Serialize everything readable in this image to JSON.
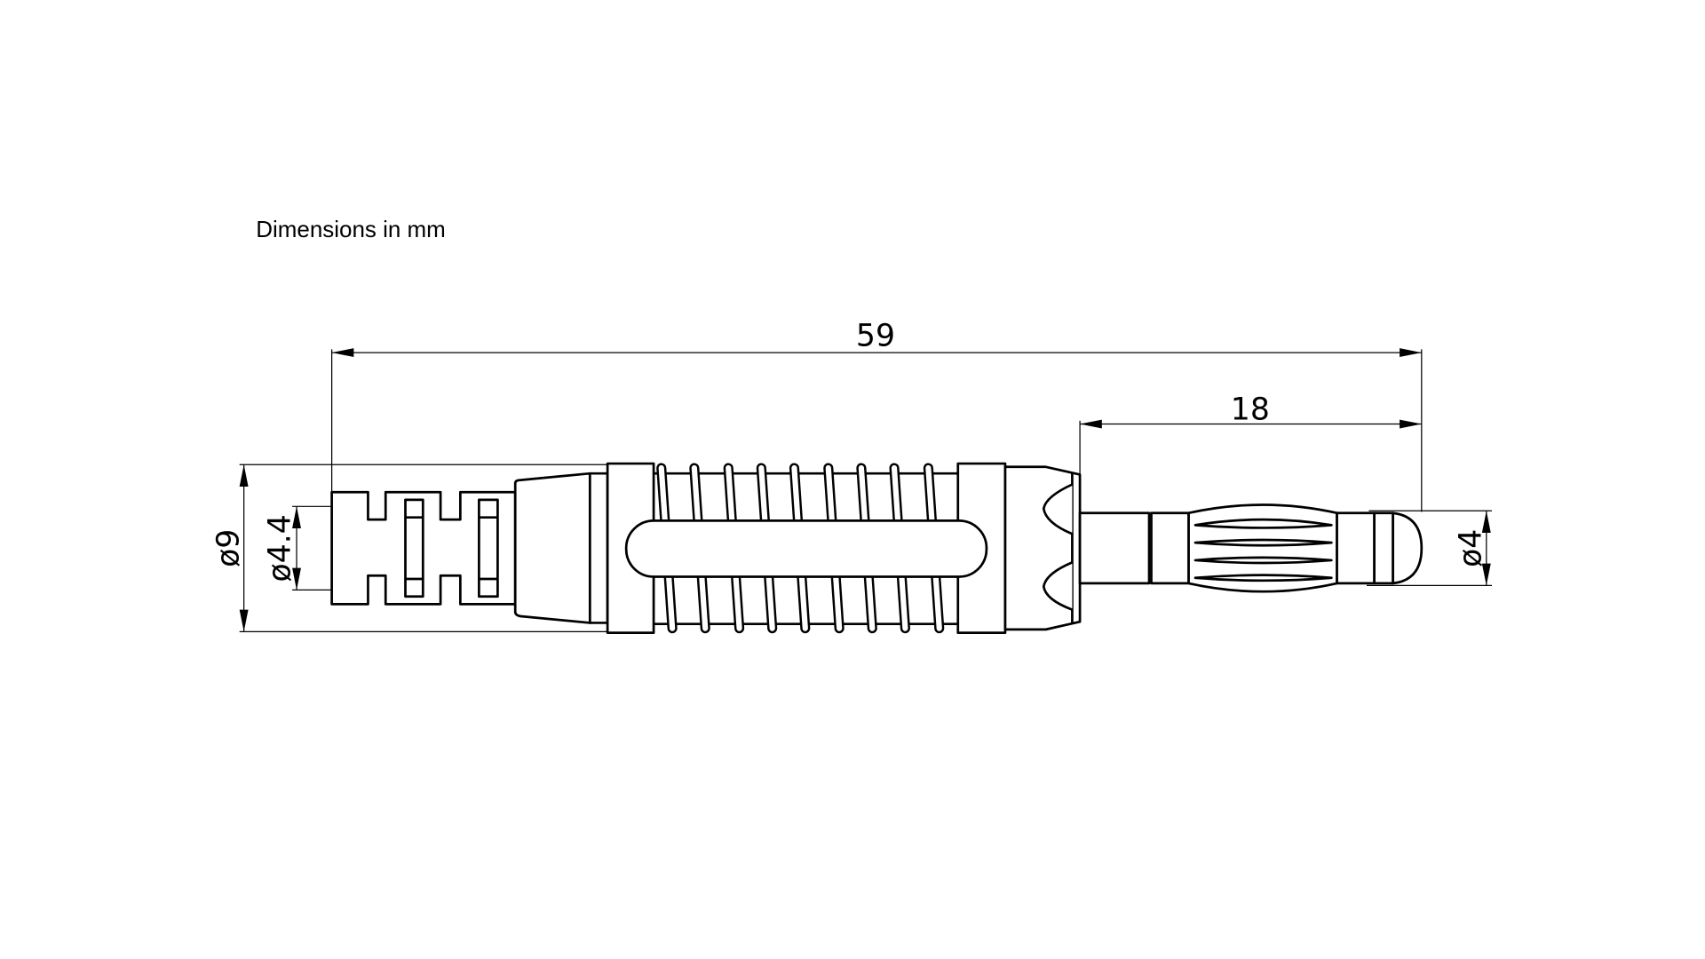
{
  "note": "Dimensions in mm",
  "dimensions": {
    "overall_length": "59",
    "pin_length": "18",
    "body_diameter": "ø9",
    "cable_entry_diameter": "ø4.4",
    "pin_diameter": "ø4"
  },
  "colors": {
    "line": "#000000",
    "background": "#ffffff"
  }
}
